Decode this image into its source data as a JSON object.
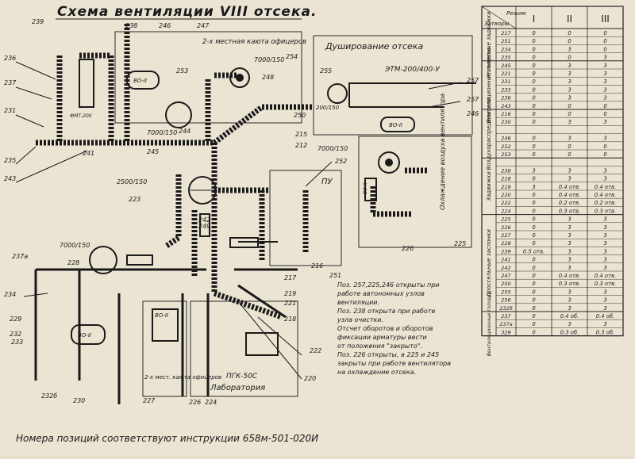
{
  "title": "Схема вентиляции VIII отсека.",
  "footer": "Номера позиций соответствуют инструкции 658м-501-020И",
  "sections": {
    "officer_cabin_top": "2-х местная каюта офицеров",
    "shower": "Душирование отсека",
    "lab": "Лаборатория",
    "officer_cabin_bottom": "2-х мест. каюта офицеров",
    "pu": "ПУ",
    "cooling_air": "Охлаждение воздуха вентилятора"
  },
  "equipment": {
    "fan_shower": "ЭТМ-200/400-У",
    "fan_7000_top": "7000/150",
    "fan_7000_mid": "7000/150",
    "fan_7000_left": "7000/150",
    "fan_7000_bottom": "7000/150",
    "fan_2500": "2500/150",
    "pgk": "ПГК-50С",
    "fmt": "ФМТ-200",
    "fan_200_top": "200/150",
    "bo_top": "ВО-II",
    "bo_shower": "ВО-II",
    "bo_left": "ВО-II",
    "bo_lab": "ВО-II",
    "bo_side": "ВО-II"
  },
  "positions": {
    "p239": "239",
    "p238": "238",
    "p246": "246",
    "p247": "247",
    "p236": "236",
    "p237": "237",
    "p231": "231",
    "p253": "253",
    "p254": "254",
    "p248": "248",
    "p244": "244",
    "p235": "235",
    "p241": "241",
    "p243": "243",
    "p245": "245",
    "p250": "250",
    "p215": "215",
    "p212": "212",
    "p252": "252",
    "p223": "223",
    "p255": "255",
    "p257": "257",
    "p257b": "257",
    "p246b": "246",
    "p249": "249",
    "p226": "226",
    "p225": "225",
    "p237a": "237а",
    "p228": "228",
    "p234": "234",
    "p229": "229",
    "p232": "232",
    "p233": "233",
    "p224": "224",
    "p232b": "232б",
    "p230": "230",
    "p227": "227",
    "p226b": "226",
    "p221": "221",
    "p219": "219",
    "p217": "217",
    "p218": "218",
    "p216": "216",
    "p251": "251",
    "p222": "222",
    "p220": "220",
    "p242": "242"
  },
  "notes": [
    "Поз. 257,225,246 открыты при",
    "работе автономных узлов",
    "вентиляции.",
    "Поз. 238 открыта при работе",
    "узла очистки.",
    "Отсчет оборотов и оборотов",
    "фиксации арматуры вести",
    "от положения \"закрыто\".",
    "Поз. 226 открыты, а 225 и 245",
    "закрыты при работе вентилятора",
    "на охлаждение отсека."
  ],
  "table": {
    "header_label": "Режим",
    "col_header_left": "Затворы",
    "modes": [
      "I",
      "II",
      "III"
    ],
    "groups": [
      {
        "label": "Клинкетные задвижки",
        "rows": [
          [
            "217",
            "0",
            "0",
            "0"
          ],
          [
            "251",
            "0",
            "0",
            "0"
          ],
          [
            "234",
            "0",
            "3",
            "0"
          ],
          [
            "235",
            "0",
            "0",
            "3"
          ]
        ]
      },
      {
        "label": "Вентиляционные головки",
        "rows": [
          [
            "245",
            "0",
            "3",
            "3"
          ],
          [
            "221",
            "0",
            "3",
            "3"
          ],
          [
            "231",
            "0",
            "3",
            "3"
          ],
          [
            "233",
            "0",
            "3",
            "3"
          ],
          [
            "236",
            "0",
            "3",
            "3"
          ],
          [
            "243",
            "0",
            "0",
            "0"
          ]
        ]
      },
      {
        "label": "Воздухораспределители",
        "rows": [
          [
            "216",
            "0",
            "0",
            "0"
          ],
          [
            "230",
            "0",
            "3",
            "3"
          ],
          [
            "",
            "",
            "",
            ""
          ],
          [
            "246",
            "0",
            "3",
            "3"
          ],
          [
            "252",
            "0",
            "0",
            "0"
          ],
          [
            "253",
            "0",
            "0",
            "0"
          ]
        ]
      },
      {
        "label": "Задвижки",
        "rows": [
          [
            "",
            "",
            "",
            ""
          ],
          [
            "238",
            "3",
            "3",
            "3"
          ],
          [
            "218",
            "0",
            "3",
            "3"
          ],
          [
            "219",
            "3",
            "0.4 отв.",
            "0.4 отв."
          ],
          [
            "220",
            "0",
            "0.4 отв.",
            "0.4 отв."
          ],
          [
            "222",
            "0",
            "0.2 отв.",
            "0.2 отв."
          ],
          [
            "224",
            "0",
            "0.3 отв.",
            "0.3 отв."
          ]
        ]
      },
      {
        "label": "Дроссельные заслонки",
        "rows": [
          [
            "225",
            "0",
            "3",
            "3"
          ],
          [
            "226",
            "0",
            "3",
            "3"
          ],
          [
            "227",
            "0",
            "3",
            "3"
          ],
          [
            "228",
            "0",
            "3",
            "3"
          ],
          [
            "239",
            "0.5 отв.",
            "3",
            "3"
          ],
          [
            "241",
            "0",
            "3",
            "3"
          ],
          [
            "242",
            "0",
            "3",
            "3"
          ],
          [
            "247",
            "0",
            "0.4 отв.",
            "0.4 отв."
          ],
          [
            "250",
            "0",
            "0.3 отв.",
            "0.3 отв."
          ],
          [
            "255",
            "0",
            "3",
            "3"
          ],
          [
            "256",
            "0",
            "3",
            "3"
          ],
          [
            "232б",
            "0",
            "3",
            "3"
          ]
        ]
      },
      {
        "label": "Вентиляционные головки",
        "rows": [
          [
            "237",
            "0",
            "0.4 об.",
            "0.4 об."
          ],
          [
            "237а",
            "0",
            "3",
            "3"
          ],
          [
            "329",
            "0",
            "0.3 об.",
            "0.3 об."
          ]
        ]
      }
    ]
  }
}
